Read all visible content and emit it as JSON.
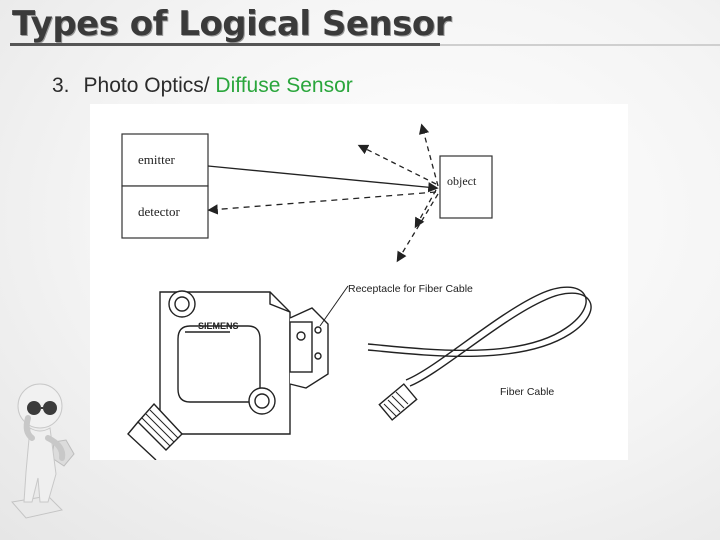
{
  "slide": {
    "title": "Types of Logical Sensor",
    "item_number": "3.",
    "item_text": "Photo Optics/",
    "item_accent": "Diffuse Sensor",
    "accent_color": "#2aa63c"
  },
  "diagram": {
    "emitter_label": "emitter",
    "detector_label": "detector",
    "object_label": "object",
    "brand_label": "SIEMENS",
    "receptacle_label": "Receptacle for Fiber Cable",
    "fiber_label": "Fiber Cable"
  },
  "decoration": {
    "mascot_icon": "thinking-figure-with-glasses-icon"
  }
}
